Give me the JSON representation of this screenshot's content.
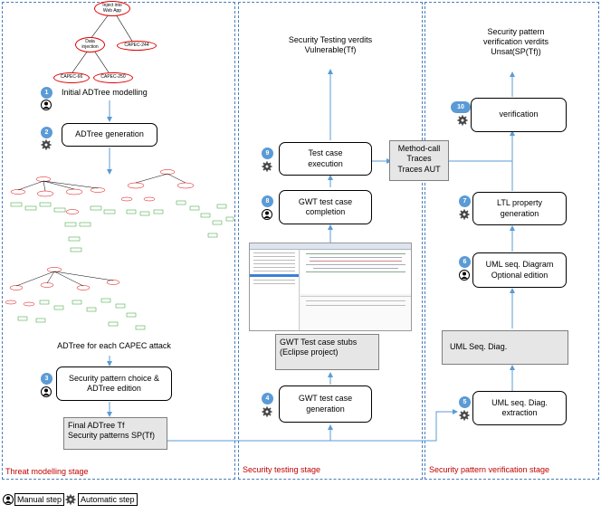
{
  "stages": {
    "threat_label": "Threat modelling  stage",
    "testing_label": "Security testing stage",
    "verification_label": "Security pattern verification stage"
  },
  "adtree_top": {
    "root": "Inject into\nWeb App",
    "mid": "Data\ninjection",
    "capec244": "CAPEC-244",
    "capec66": "CAPEC-66",
    "capec250": "CAPEC-250"
  },
  "threat": {
    "step1_badge": "1",
    "step1_label": "Initial ADTree modelling",
    "step2_badge": "2",
    "step2_label": "ADTree generation",
    "adtree_each_label": "ADTree for each CAPEC attack",
    "step3_badge": "3",
    "step3_label": "Security pattern choice &\nADTree edition",
    "final_doc": "Final ADTree Tf\nSecurity patterns SP(Tf)"
  },
  "testing": {
    "verdicts": "Security Testing verdits\nVulnerable(Tf)",
    "step9_badge": "9",
    "step9_label": "Test case\nexecution",
    "traces_doc": "Method-call\nTraces\nTraces AUT",
    "step8_badge": "8",
    "step8_label": "GWT test case\ncompletion",
    "stubs_doc": "GWT Test case stubs\n(Eclipse project)",
    "step4_badge": "4",
    "step4_label": "GWT test case\ngeneration"
  },
  "verification": {
    "verdicts": "Security pattern\nverification verdits\nUnsat(SP(Tf))",
    "step10_badge": "10",
    "step10_label": "verification",
    "step7_badge": "7",
    "step7_label": "LTL property\ngeneration",
    "step6_badge": "6",
    "step6_label": "UML seq. Diagram\nOptional edition",
    "uml_doc": "UML Seq. Diag.",
    "step5_badge": "5",
    "step5_label": "UML seq. Diag.\nextraction"
  },
  "legend": {
    "manual": "Manual step",
    "automatic": "Automatic step"
  },
  "colors": {
    "stage_border": "#4a7ebb",
    "stage_label": "#c00000",
    "badge": "#5b9bd5",
    "doc_fill": "#e7e6e6",
    "arrow": "#5b9bd5",
    "tree_red": "#e00000",
    "tree_green": "#2e9e2e"
  }
}
